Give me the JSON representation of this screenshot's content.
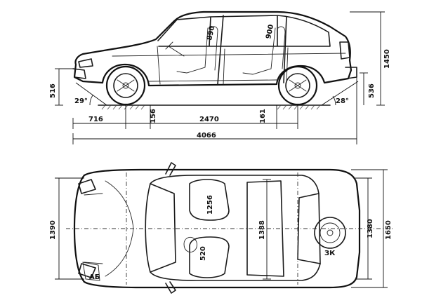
{
  "side_view": {
    "dims": {
      "height_total": "1450",
      "front_overhang_height": "516",
      "rear_overhang_height": "536",
      "front_seat": "890",
      "rear_seat": "900",
      "approach_angle": "29°",
      "departure_angle": "28°",
      "front_overhang": "716",
      "clearance_front": "156",
      "wheelbase": "2470",
      "clearance_rear": "161",
      "length_total": "4066"
    }
  },
  "top_view": {
    "dims": {
      "track_front": "1390",
      "interior_width": "1388",
      "track_rear": "1380",
      "width_total": "1650",
      "seat_length": "1256",
      "seat_width": "520",
      "zone_front_label": "АБ",
      "zone_rear_label": "ЗК"
    }
  },
  "colors": {
    "ink": "#111111",
    "paper": "#ffffff"
  }
}
